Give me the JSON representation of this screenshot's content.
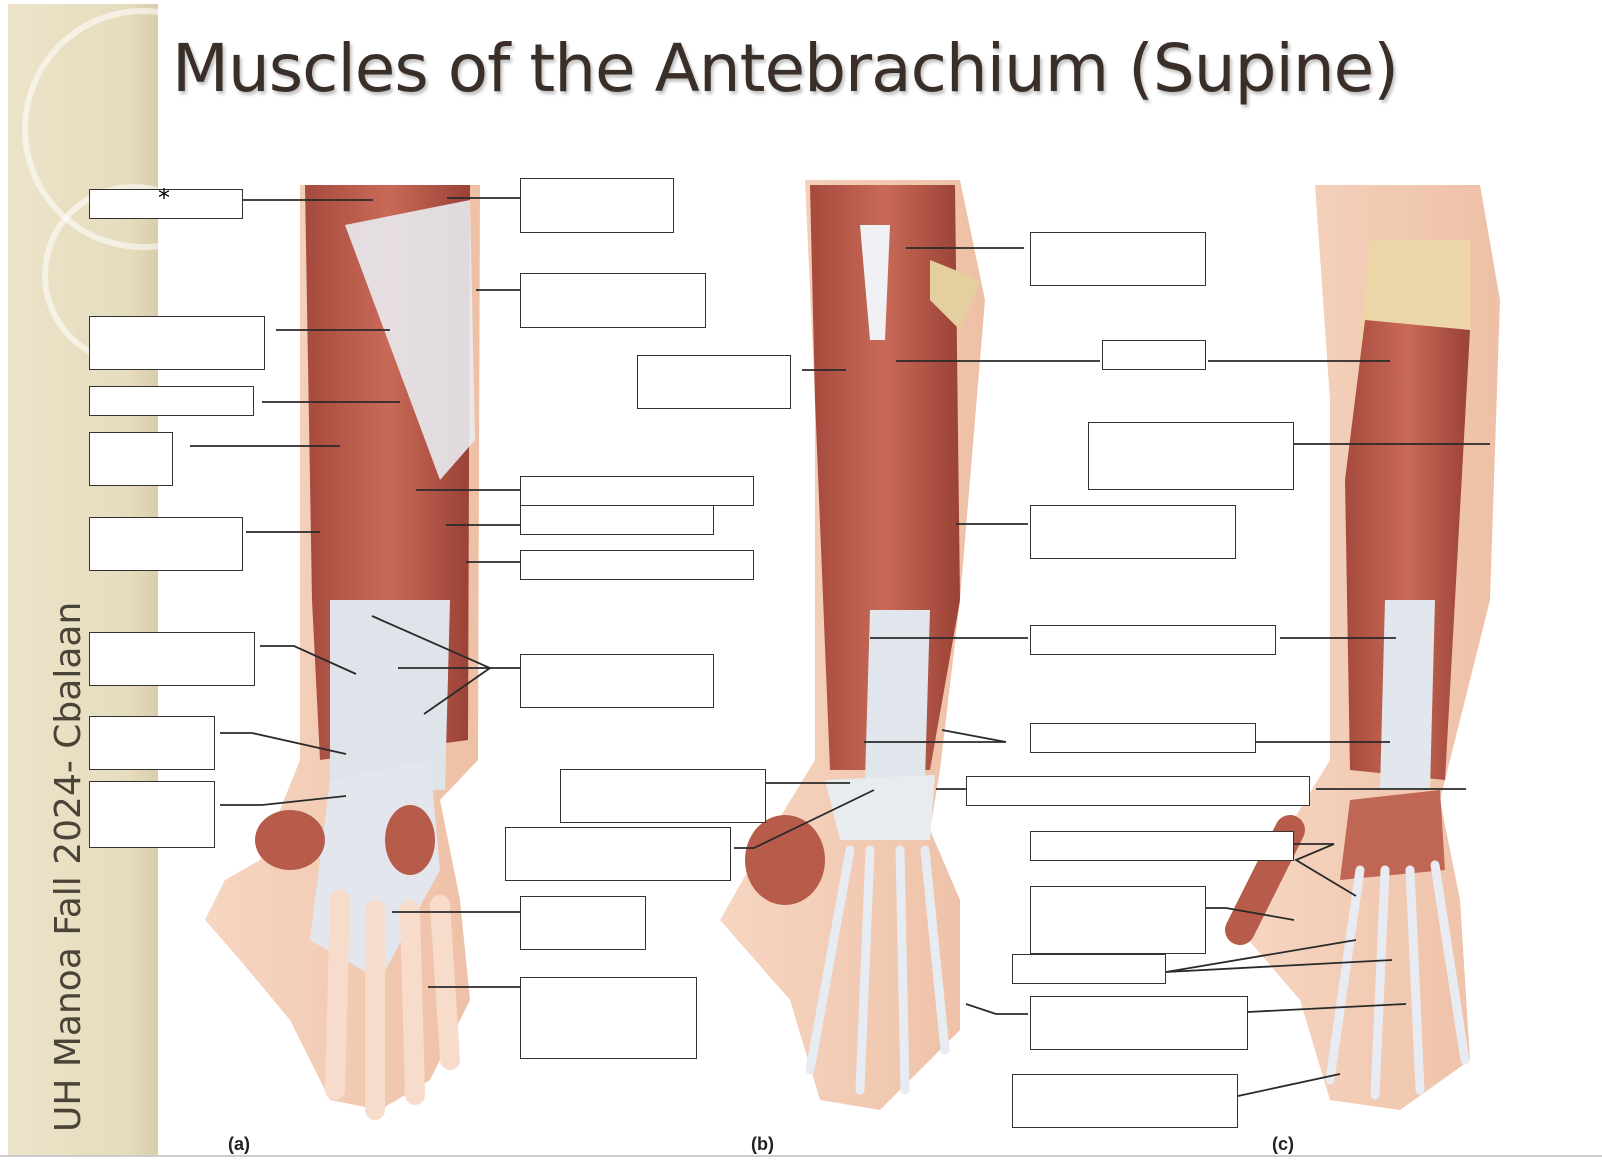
{
  "title": "Muscles of the Antebrachium (Supine)",
  "sidebar_text": "UH Manoa Fall 2024- Cbalaan",
  "asterisk": "*",
  "panel_labels": [
    "(a)",
    "(b)",
    "(c)"
  ],
  "colors": {
    "muscle": "#b5594a",
    "muscle_dark": "#8e3d33",
    "tendon": "#e6e9ef",
    "skin": "#f3cfb8",
    "bone": "#e9d3a6",
    "sidebar": "#e8dfc3"
  }
}
